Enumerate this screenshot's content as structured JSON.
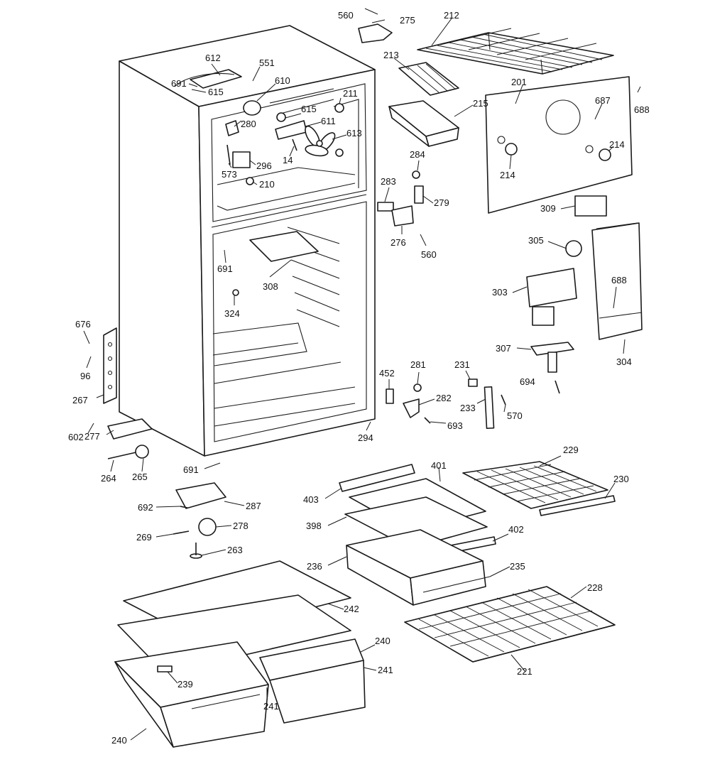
{
  "diagram": {
    "callouts": [
      {
        "id": "c560a",
        "label": "560"
      },
      {
        "id": "c275",
        "label": "275"
      },
      {
        "id": "c212",
        "label": "212"
      },
      {
        "id": "c612",
        "label": "612"
      },
      {
        "id": "c551",
        "label": "551"
      },
      {
        "id": "c691a",
        "label": "691"
      },
      {
        "id": "c615a",
        "label": "615"
      },
      {
        "id": "c610",
        "label": "610"
      },
      {
        "id": "c213",
        "label": "213"
      },
      {
        "id": "c201",
        "label": "201"
      },
      {
        "id": "c687",
        "label": "687"
      },
      {
        "id": "c688a",
        "label": "688"
      },
      {
        "id": "c211",
        "label": "211"
      },
      {
        "id": "c215",
        "label": "215"
      },
      {
        "id": "c615b",
        "label": "615"
      },
      {
        "id": "c280",
        "label": "280"
      },
      {
        "id": "c611",
        "label": "611"
      },
      {
        "id": "c613",
        "label": "613"
      },
      {
        "id": "c214a",
        "label": "214"
      },
      {
        "id": "c214b",
        "label": "214"
      },
      {
        "id": "c284",
        "label": "284"
      },
      {
        "id": "c573",
        "label": "573"
      },
      {
        "id": "c296",
        "label": "296"
      },
      {
        "id": "c14",
        "label": "14"
      },
      {
        "id": "c210",
        "label": "210"
      },
      {
        "id": "c283",
        "label": "283"
      },
      {
        "id": "c279",
        "label": "279"
      },
      {
        "id": "c309",
        "label": "309"
      },
      {
        "id": "c276",
        "label": "276"
      },
      {
        "id": "c560b",
        "label": "560"
      },
      {
        "id": "c305",
        "label": "305"
      },
      {
        "id": "c691b",
        "label": "691"
      },
      {
        "id": "c308",
        "label": "308"
      },
      {
        "id": "c688b",
        "label": "688"
      },
      {
        "id": "c303",
        "label": "303"
      },
      {
        "id": "c324",
        "label": "324"
      },
      {
        "id": "c676",
        "label": "676"
      },
      {
        "id": "c96",
        "label": "96"
      },
      {
        "id": "c307",
        "label": "307"
      },
      {
        "id": "c304",
        "label": "304"
      },
      {
        "id": "c452",
        "label": "452"
      },
      {
        "id": "c281",
        "label": "281"
      },
      {
        "id": "c231",
        "label": "231"
      },
      {
        "id": "c694",
        "label": "694"
      },
      {
        "id": "c267",
        "label": "267"
      },
      {
        "id": "c282",
        "label": "282"
      },
      {
        "id": "c233",
        "label": "233"
      },
      {
        "id": "c570",
        "label": "570"
      },
      {
        "id": "c693",
        "label": "693"
      },
      {
        "id": "c602",
        "label": "602"
      },
      {
        "id": "c294",
        "label": "294"
      },
      {
        "id": "c277",
        "label": "277"
      },
      {
        "id": "c229",
        "label": "229"
      },
      {
        "id": "c264",
        "label": "264"
      },
      {
        "id": "c265",
        "label": "265"
      },
      {
        "id": "c691c",
        "label": "691"
      },
      {
        "id": "c401",
        "label": "401"
      },
      {
        "id": "c230",
        "label": "230"
      },
      {
        "id": "c403",
        "label": "403"
      },
      {
        "id": "c692",
        "label": "692"
      },
      {
        "id": "c287",
        "label": "287"
      },
      {
        "id": "c398",
        "label": "398"
      },
      {
        "id": "c402",
        "label": "402"
      },
      {
        "id": "c269",
        "label": "269"
      },
      {
        "id": "c278",
        "label": "278"
      },
      {
        "id": "c263",
        "label": "263"
      },
      {
        "id": "c236",
        "label": "236"
      },
      {
        "id": "c235",
        "label": "235"
      },
      {
        "id": "c228",
        "label": "228"
      },
      {
        "id": "c242",
        "label": "242"
      },
      {
        "id": "c240a",
        "label": "240"
      },
      {
        "id": "c241a",
        "label": "241"
      },
      {
        "id": "c221",
        "label": "221"
      },
      {
        "id": "c239",
        "label": "239"
      },
      {
        "id": "c241b",
        "label": "241"
      },
      {
        "id": "c240b",
        "label": "240"
      }
    ]
  }
}
